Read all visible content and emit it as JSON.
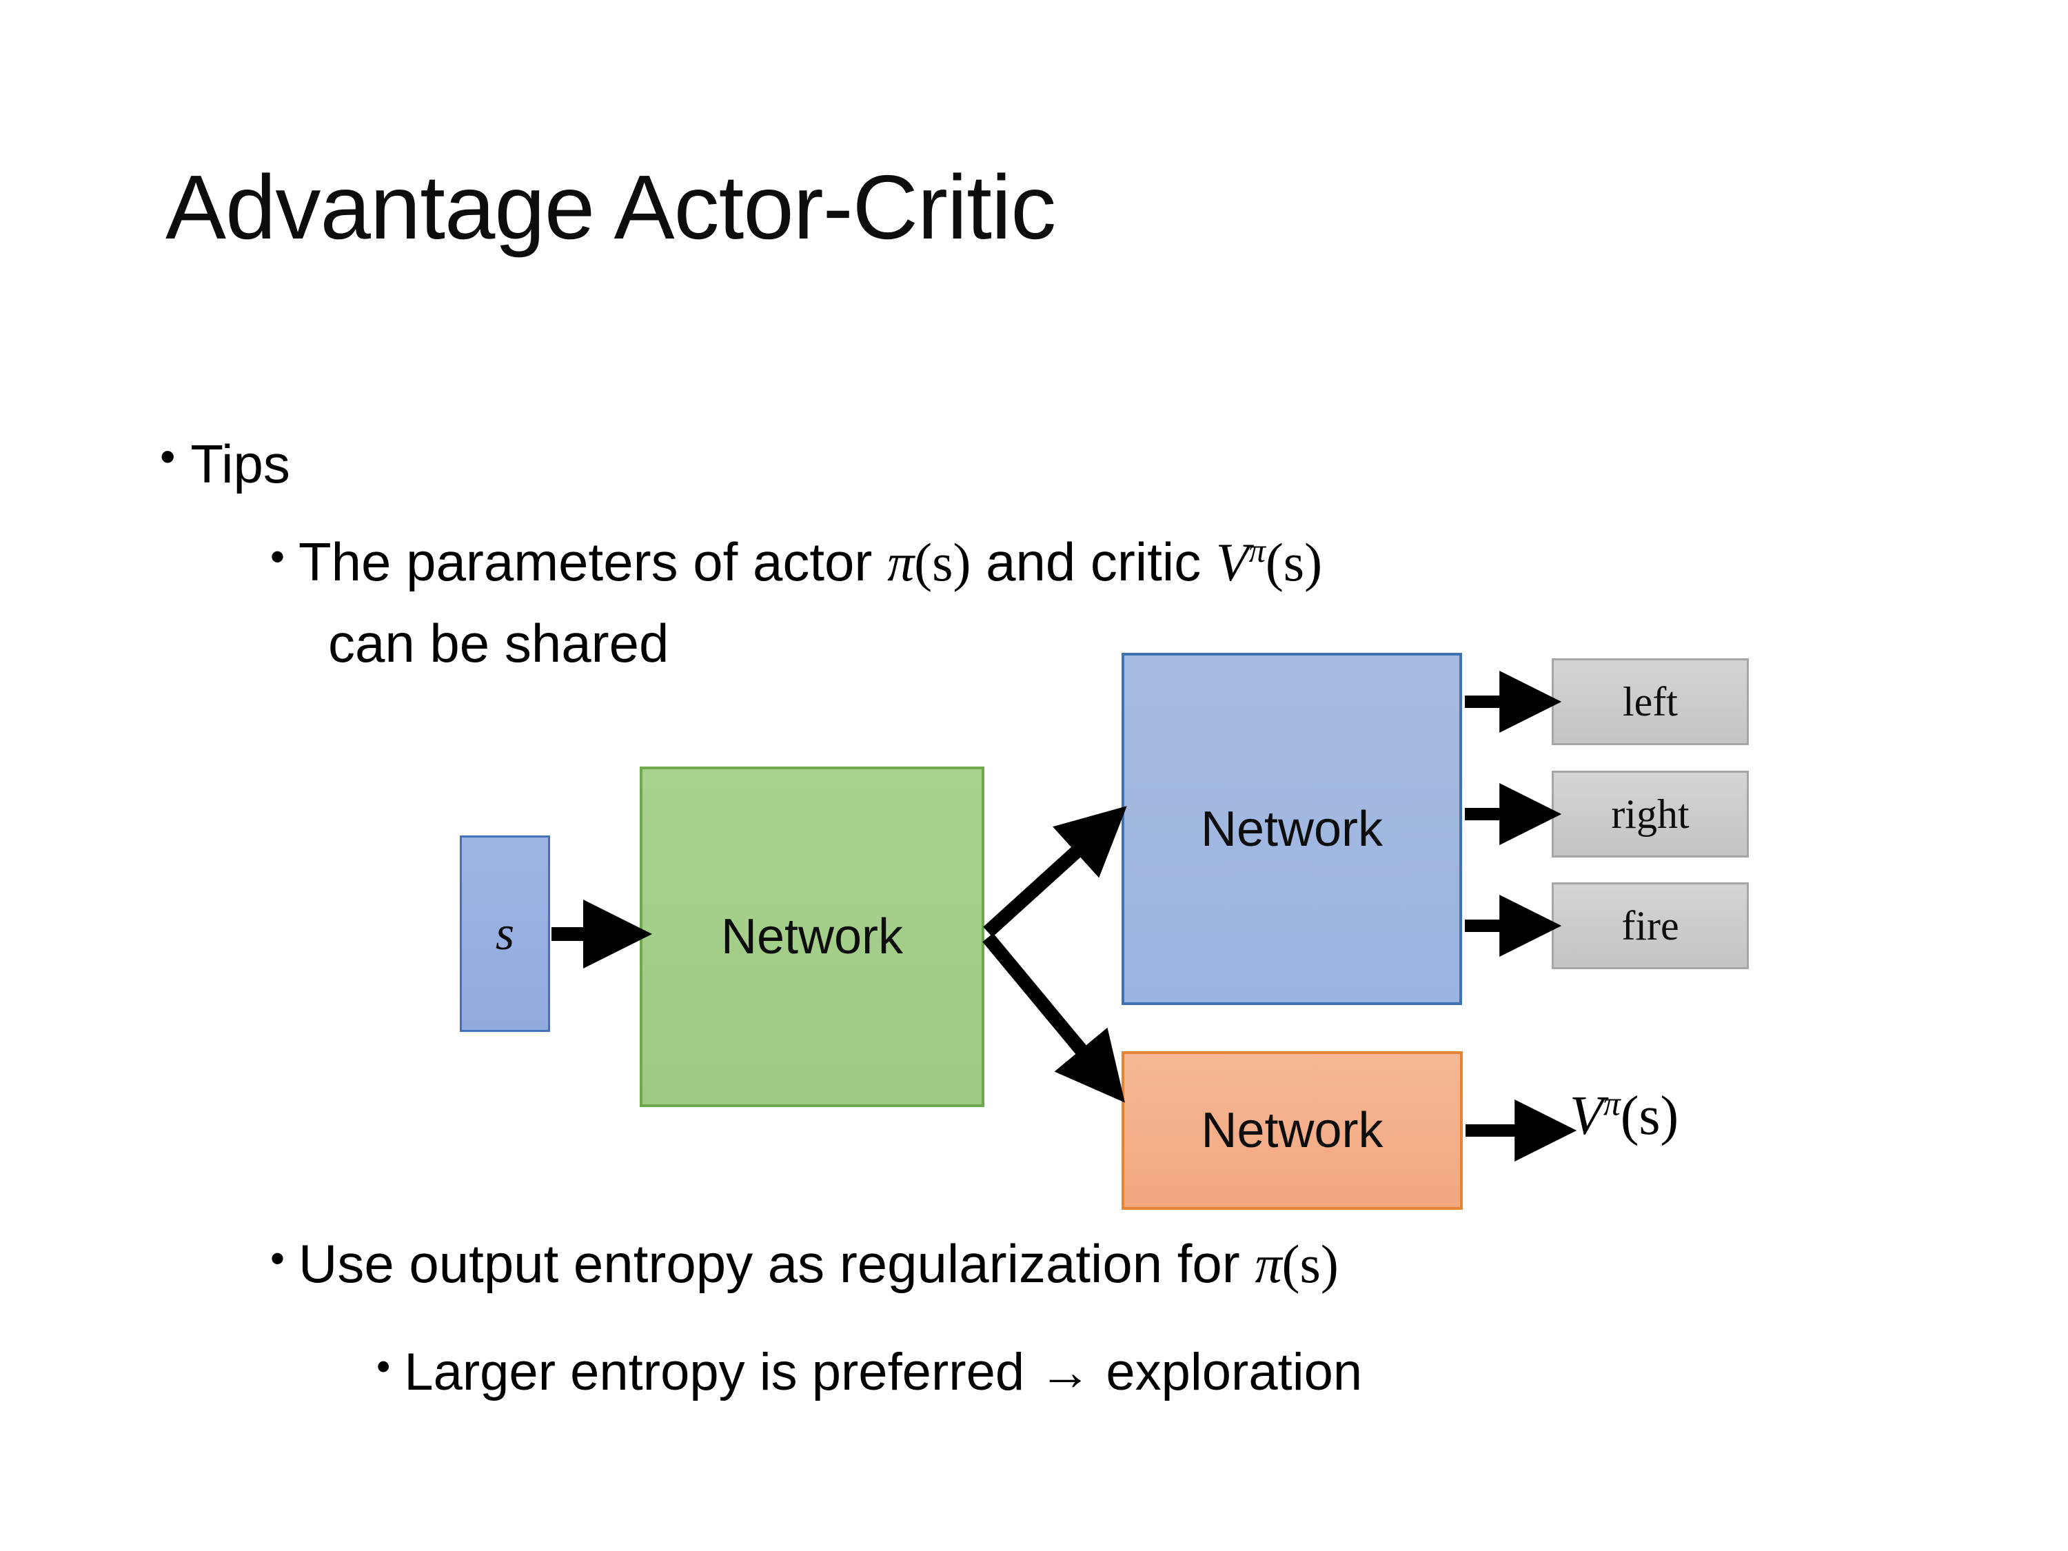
{
  "slide": {
    "title": "Advantage Actor-Critic",
    "background_color": "#ffffff",
    "text_color": "#000000"
  },
  "bullets": {
    "tips": {
      "marker": "•",
      "text": "Tips"
    },
    "params_line1": {
      "marker": "•",
      "prefix": "The parameters of actor ",
      "actor_symbol": "π",
      "actor_arg": "(s)",
      "middle": "  and critic ",
      "critic_symbol": "V",
      "critic_superscript": "π",
      "critic_arg": "(s)"
    },
    "params_line2": {
      "text": "can be shared"
    },
    "entropy": {
      "marker": "•",
      "prefix": "Use output entropy as regularization for ",
      "symbol": "π",
      "arg": "(s)"
    },
    "larger": {
      "marker": "•",
      "text": "Larger entropy is preferred → exploration"
    }
  },
  "diagram": {
    "state_box": {
      "label": "s",
      "fill": "#9db5e3",
      "border": "#4472b8"
    },
    "shared_network": {
      "label": "Network",
      "fill": "#a9d18e",
      "border": "#70a84e"
    },
    "actor_network": {
      "label": "Network",
      "fill": "#a7bce3",
      "border": "#3f72b5"
    },
    "critic_network": {
      "label": "Network",
      "fill": "#f6b894",
      "border": "#e78331"
    },
    "actions": [
      {
        "label": "left",
        "fill": "#c9cbcd",
        "border": "#a6a6a6"
      },
      {
        "label": "right",
        "fill": "#c9cbcd",
        "border": "#a6a6a6"
      },
      {
        "label": "fire",
        "fill": "#c9cbcd",
        "border": "#a6a6a6"
      }
    ],
    "critic_output": {
      "symbol": "V",
      "superscript": "π",
      "arg": "(s)"
    },
    "arrow_color": "#000000"
  }
}
